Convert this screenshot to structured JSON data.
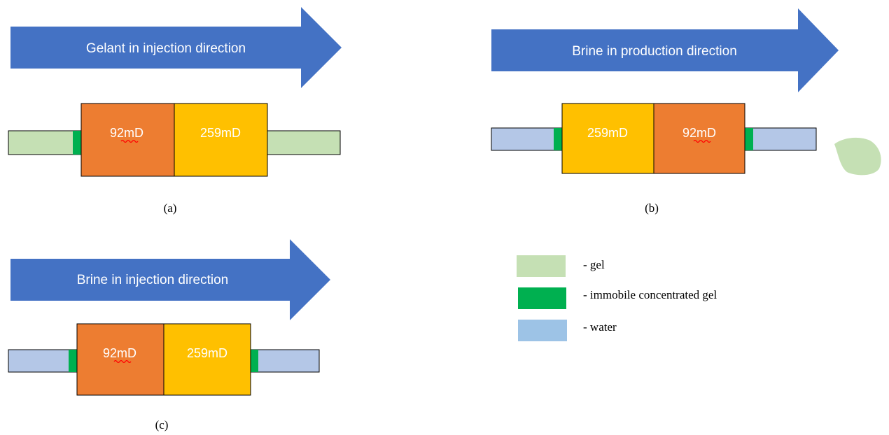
{
  "colors": {
    "arrow": "#4472C4",
    "core_92": "#ED7D31",
    "core_259": "#FFC000",
    "gel": "#C5E0B4",
    "immobile_gel": "#00B050",
    "water": "#B4C7E7",
    "legend_water": "#9DC3E6",
    "outline": "#000000",
    "spell_underline": "#FF0000"
  },
  "panels": [
    {
      "id": "a",
      "arrow_label": "Gelant in injection direction",
      "cores": [
        "92mD",
        "259mD"
      ],
      "caption": "(a)"
    },
    {
      "id": "b",
      "arrow_label": "Brine in production  direction",
      "cores": [
        "259mD",
        "92mD"
      ],
      "caption": "(b)"
    },
    {
      "id": "c",
      "arrow_label": "Brine in injection  direction",
      "cores": [
        "92mD",
        "259mD"
      ],
      "caption": "(c)"
    }
  ],
  "legend": [
    {
      "swatch": "gel",
      "label": "- gel"
    },
    {
      "swatch": "immobile_gel",
      "label": "- immobile concentrated gel"
    },
    {
      "swatch": "water",
      "label": "- water"
    }
  ]
}
